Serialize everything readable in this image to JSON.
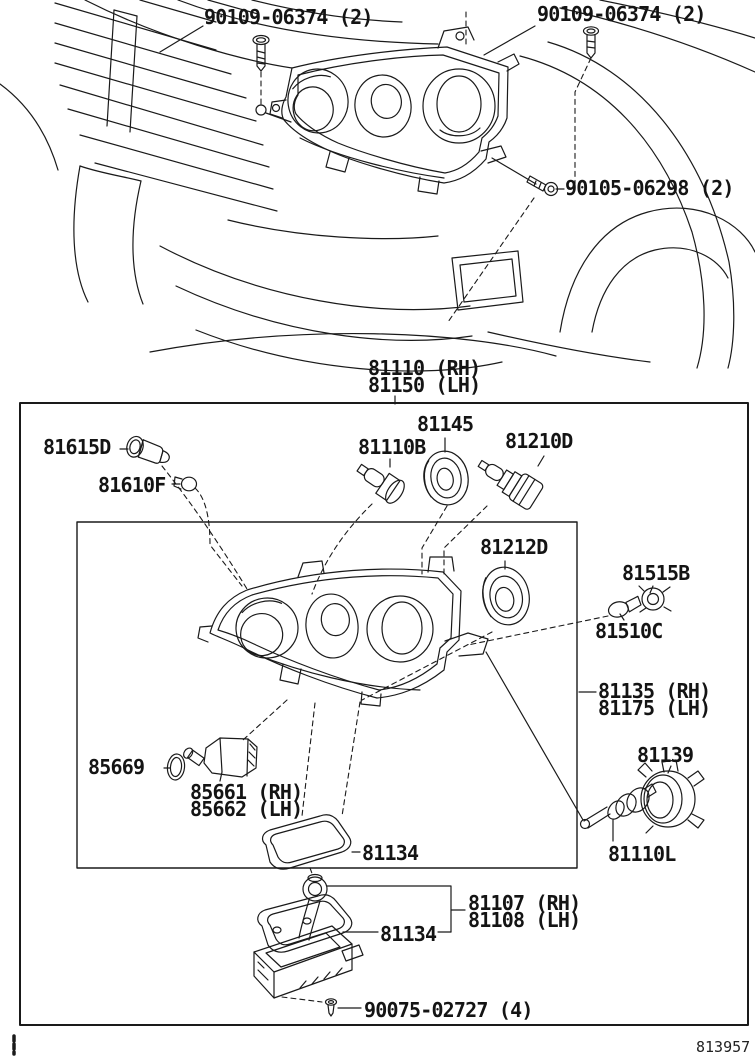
{
  "callouts": {
    "screw_top_left": "90109-06374 (2)",
    "screw_top_right": "90109-06374 (2)",
    "bolt_side": "90105-06298 (2)",
    "assy_rh": "81110 (RH)",
    "assy_lh": "81150 (LH)",
    "p81615d": "81615D",
    "p81610f": "81610F",
    "p81110b": "81110B",
    "p81145": "81145",
    "p81210d": "81210D",
    "p81212d": "81212D",
    "p81515b": "81515B",
    "p81510c": "81510C",
    "unit_rh": "81135 (RH)",
    "unit_lh": "81175 (LH)",
    "p85669": "85669",
    "fog_rh": "85661 (RH)",
    "fog_lh": "85662 (LH)",
    "gasket_81134": "81134",
    "p81139": "81139",
    "p81110l": "81110L",
    "igniter_rh": "81107 (RH)",
    "igniter_lh": "81108 (LH)",
    "gasket_81134_lower": "81134",
    "screw_ballast": "90075-02727 (4)",
    "figure_code": "813957"
  }
}
